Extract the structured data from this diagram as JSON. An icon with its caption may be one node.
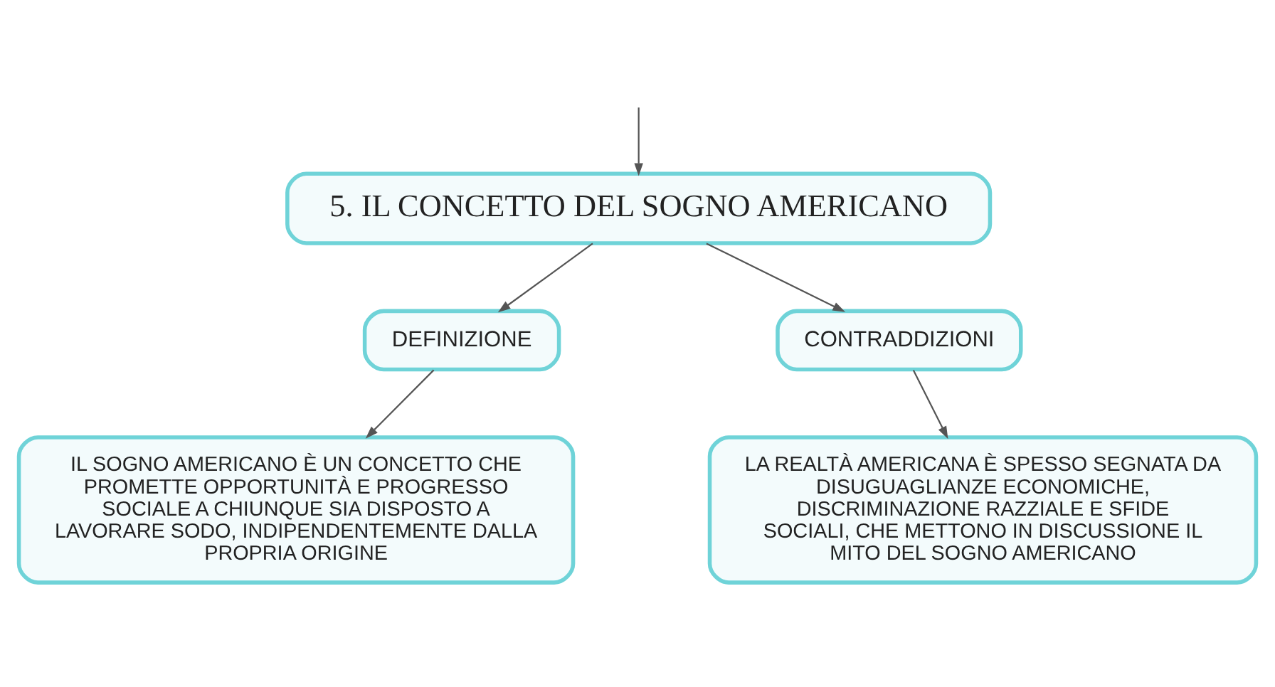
{
  "diagram": {
    "nodes": [
      {
        "text": [
          "5. IL CONCETTO DEL SOGNO AMERICANO"
        ]
      },
      {
        "text": [
          "DEFINIZIONE"
        ]
      },
      {
        "text": [
          "CONTRADDIZIONI"
        ]
      },
      {
        "text": [
          "IL SOGNO AMERICANO È UN CONCETTO CHE PROMETTE OPPORTUNITÀ E PROGRESSO SOCIALE A CHIUNQUE SIA DISPOSTO A LAVORARE SODO, INDIPENDENTEMENTE DALLA PROPRIA ORIGINE"
        ]
      },
      {
        "text": [
          "LA REALTÀ AMERICANA È SPESSO SEGNATA DA DISUGUAGLIANZE ECONOMICHE, DISCRIMINAZIONE RAZZIALE E SFIDE SOCIALI, CHE METTONO IN DISCUSSIONE IL MITO DEL SOGNO AMERICANO"
        ]
      }
    ],
    "edges": [
      {
        "from": null,
        "to": 0,
        "arrow": "to"
      },
      {
        "from": 0,
        "to": 1,
        "arrow": "to"
      },
      {
        "from": 0,
        "to": 2,
        "arrow": "to"
      },
      {
        "from": 1,
        "to": 3,
        "arrow": "to"
      },
      {
        "from": 2,
        "to": 4,
        "arrow": "to"
      }
    ]
  }
}
